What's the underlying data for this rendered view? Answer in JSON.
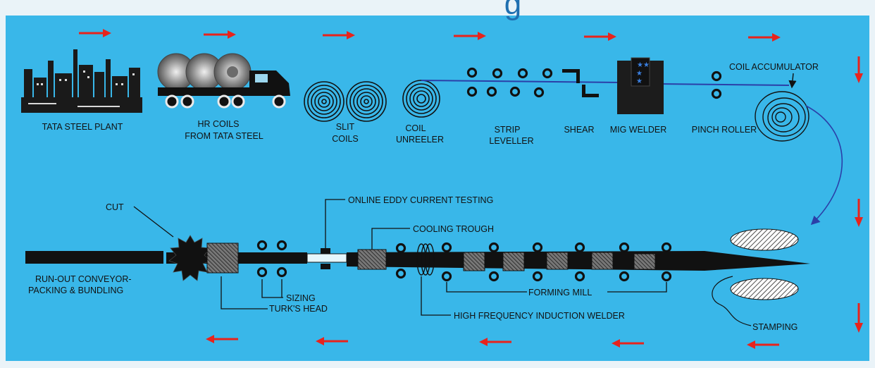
{
  "header": {
    "fragment": "g"
  },
  "colors": {
    "panel": "#39b7e9",
    "arrow": "#e8231c",
    "blue_line": "#2b3fa8",
    "ink": "#111111"
  },
  "labels": {
    "tata_steel_plant": "TATA STEEL PLANT",
    "hr_coils_1": "HR COILS",
    "hr_coils_2": "FROM TATA STEEL",
    "slit_coils_1": "SLIT",
    "slit_coils_2": "COILS",
    "coil_unreeler_1": "COIL",
    "coil_unreeler_2": "UNREELER",
    "strip_leveller_1": "STRIP",
    "strip_leveller_2": "LEVELLER",
    "shear": "SHEAR",
    "mig_welder": "MIG WELDER",
    "pinch_roller": "PINCH ROLLER",
    "coil_accumulator": "COIL ACCUMULATOR",
    "cut": "CUT",
    "online_eddy": "ONLINE EDDY CURRENT TESTING",
    "cooling_trough": "COOLING TROUGH",
    "run_out_1": "RUN-OUT CONVEYOR-",
    "run_out_2": "PACKING & BUNDLING",
    "sizing": "SIZING",
    "turks_head": "TURK'S HEAD",
    "forming_mill": "FORMING MILL",
    "hf_welder": "HIGH FREQUENCY INDUCTION WELDER",
    "stamping": "STAMPING"
  }
}
